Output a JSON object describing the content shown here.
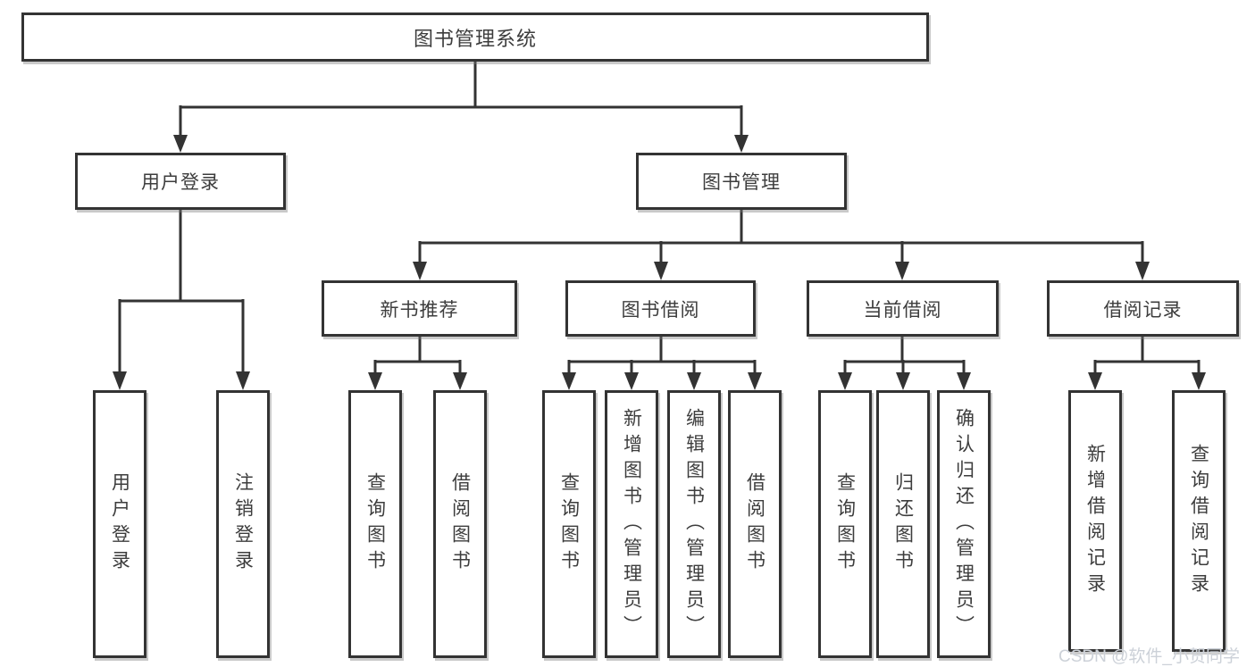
{
  "tree": {
    "root": {
      "label": "图书管理系统"
    },
    "branches": [
      {
        "label": "用户登录",
        "children": [
          "用户登录",
          "注销登录"
        ]
      },
      {
        "label": "图书管理",
        "children": [
          {
            "label": "新书推荐",
            "children": [
              "查询图书",
              "借阅图书"
            ]
          },
          {
            "label": "图书借阅",
            "children": [
              "查询图书",
              "新增图书（管理员）",
              "编辑图书（管理员）",
              "借阅图书"
            ]
          },
          {
            "label": "当前借阅",
            "children": [
              "查询图书",
              "归还图书",
              "确认归还（管理员）"
            ]
          },
          {
            "label": "借阅记录",
            "children": [
              "新增借阅记录",
              "查询借阅记录"
            ]
          }
        ]
      }
    ]
  },
  "watermark": "CSDN @软件_小贺同学",
  "colors": {
    "line": "#333333",
    "text": "#3d3d3d",
    "background": "#ffffff",
    "watermark": "#ccd1d8"
  }
}
